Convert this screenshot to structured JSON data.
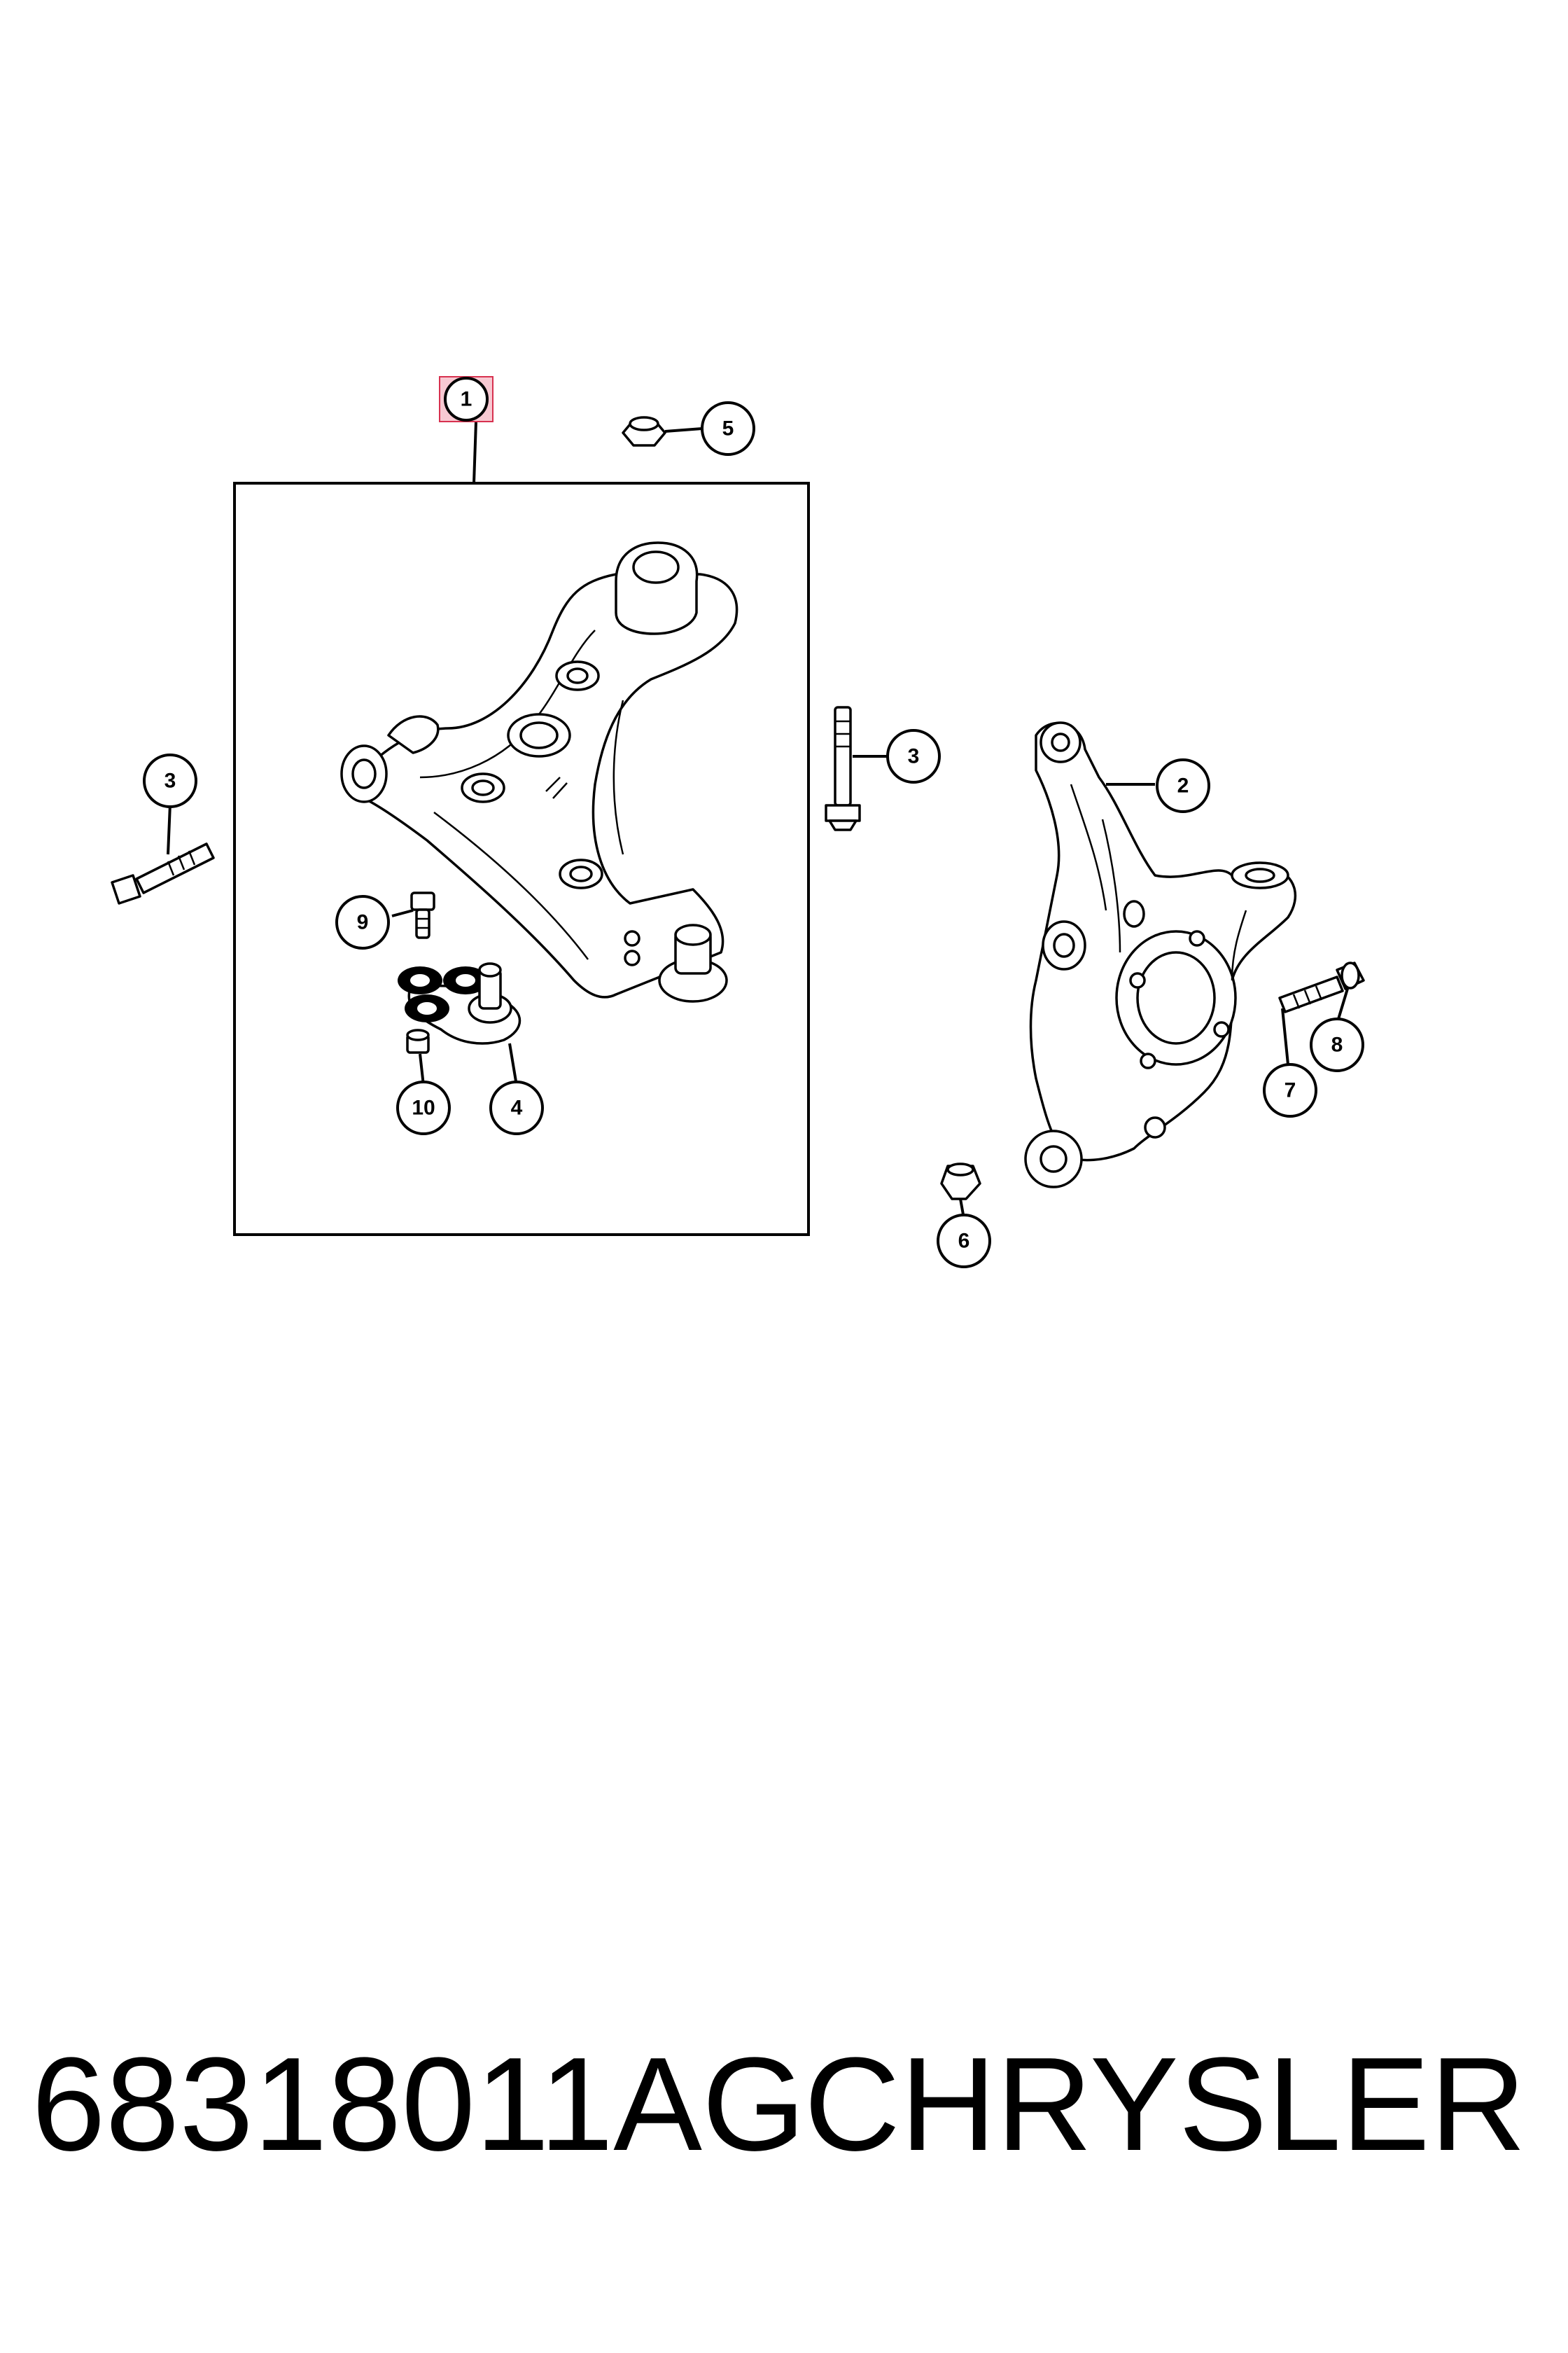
{
  "diagram": {
    "callouts": [
      {
        "id": "c1",
        "label": "1",
        "highlighted": true
      },
      {
        "id": "c2",
        "label": "2"
      },
      {
        "id": "c3a",
        "label": "3"
      },
      {
        "id": "c3b",
        "label": "3"
      },
      {
        "id": "c4",
        "label": "4"
      },
      {
        "id": "c5",
        "label": "5"
      },
      {
        "id": "c6",
        "label": "6"
      },
      {
        "id": "c7",
        "label": "7"
      },
      {
        "id": "c8",
        "label": "8"
      },
      {
        "id": "c9",
        "label": "9"
      },
      {
        "id": "c10",
        "label": "10"
      }
    ],
    "highlight_color": "#f7c9d2",
    "highlight_border": "#d7314f"
  },
  "caption": {
    "part_number": "68318011AG",
    "brand": "CHRYSLER"
  }
}
